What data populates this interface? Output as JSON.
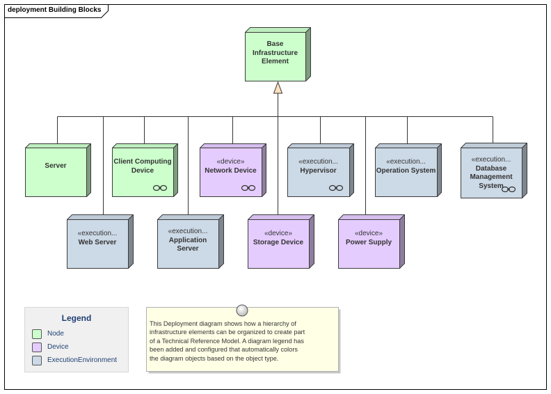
{
  "diagram": {
    "title": "deployment Building Blocks",
    "nodes": {
      "base": {
        "name_lines": [
          "Base",
          "Infrastructure",
          "Element"
        ]
      },
      "server": {
        "name_lines": [
          "Server"
        ]
      },
      "client": {
        "name_lines": [
          "Client Computing",
          "Device"
        ],
        "link_icon": "chain-link-icon"
      },
      "network": {
        "stereotype": "«device»",
        "name_lines": [
          "Network Device"
        ],
        "link_icon": "chain-link-icon"
      },
      "hypervisor": {
        "stereotype": "«execution...",
        "name_lines": [
          "Hypervisor"
        ],
        "link_icon": "chain-link-icon"
      },
      "os": {
        "stereotype": "«execution...",
        "name_lines": [
          "Operation System"
        ]
      },
      "dbms": {
        "stereotype": "«execution...",
        "name_lines": [
          "Database",
          "Management",
          "System"
        ],
        "link_icon": "chain-link-icon"
      },
      "webserver": {
        "stereotype": "«execution...",
        "name_lines": [
          "Web Server"
        ]
      },
      "appserver": {
        "stereotype": "«execution...",
        "name_lines": [
          "Application",
          "Server"
        ]
      },
      "storage": {
        "stereotype": "«device»",
        "name_lines": [
          "Storage Device"
        ]
      },
      "power": {
        "stereotype": "«device»",
        "name_lines": [
          "Power Supply"
        ]
      }
    },
    "legend": {
      "title": "Legend",
      "items": [
        {
          "label": "Node",
          "color": "#ccffcc"
        },
        {
          "label": "Device",
          "color": "#e5ccff"
        },
        {
          "label": "ExecutionEnvironment",
          "color": "#ccd9e6"
        }
      ]
    },
    "note": {
      "lines": [
        "This Deployment diagram shows how a hierarchy of",
        "infrastructure elements can be organized to create part",
        "of a Technical Reference Model. A diagram legend has",
        "been added and configured that automatically colors",
        "the diagram objects based on the object type."
      ],
      "pin_icon": "pin-icon"
    },
    "colors": {
      "node": "#ccffcc",
      "device": "#e5ccff",
      "execution": "#ccd9e6",
      "note": "#ffffe6",
      "generalization_arrow": "#ffe0c0"
    }
  }
}
